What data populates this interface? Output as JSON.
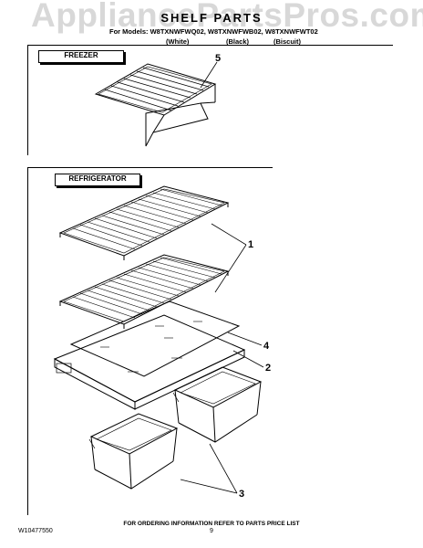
{
  "watermark": "AppliancePartsPros.com",
  "title": "SHELF PARTS",
  "models_line": "For Models: W8TXNWFWQ02, W8TXNWFWB02, W8TXNWFWT02",
  "variants": [
    "(White)",
    "(Black)",
    "(Biscuit)"
  ],
  "sections": {
    "freezer": "FREEZER",
    "refrigerator": "REFRIGERATOR"
  },
  "callouts": [
    "5",
    "1",
    "4",
    "2",
    "3"
  ],
  "footer": "FOR ORDERING INFORMATION REFER TO PARTS PRICE LIST",
  "doc_number": "W10477550",
  "page_number": "9"
}
